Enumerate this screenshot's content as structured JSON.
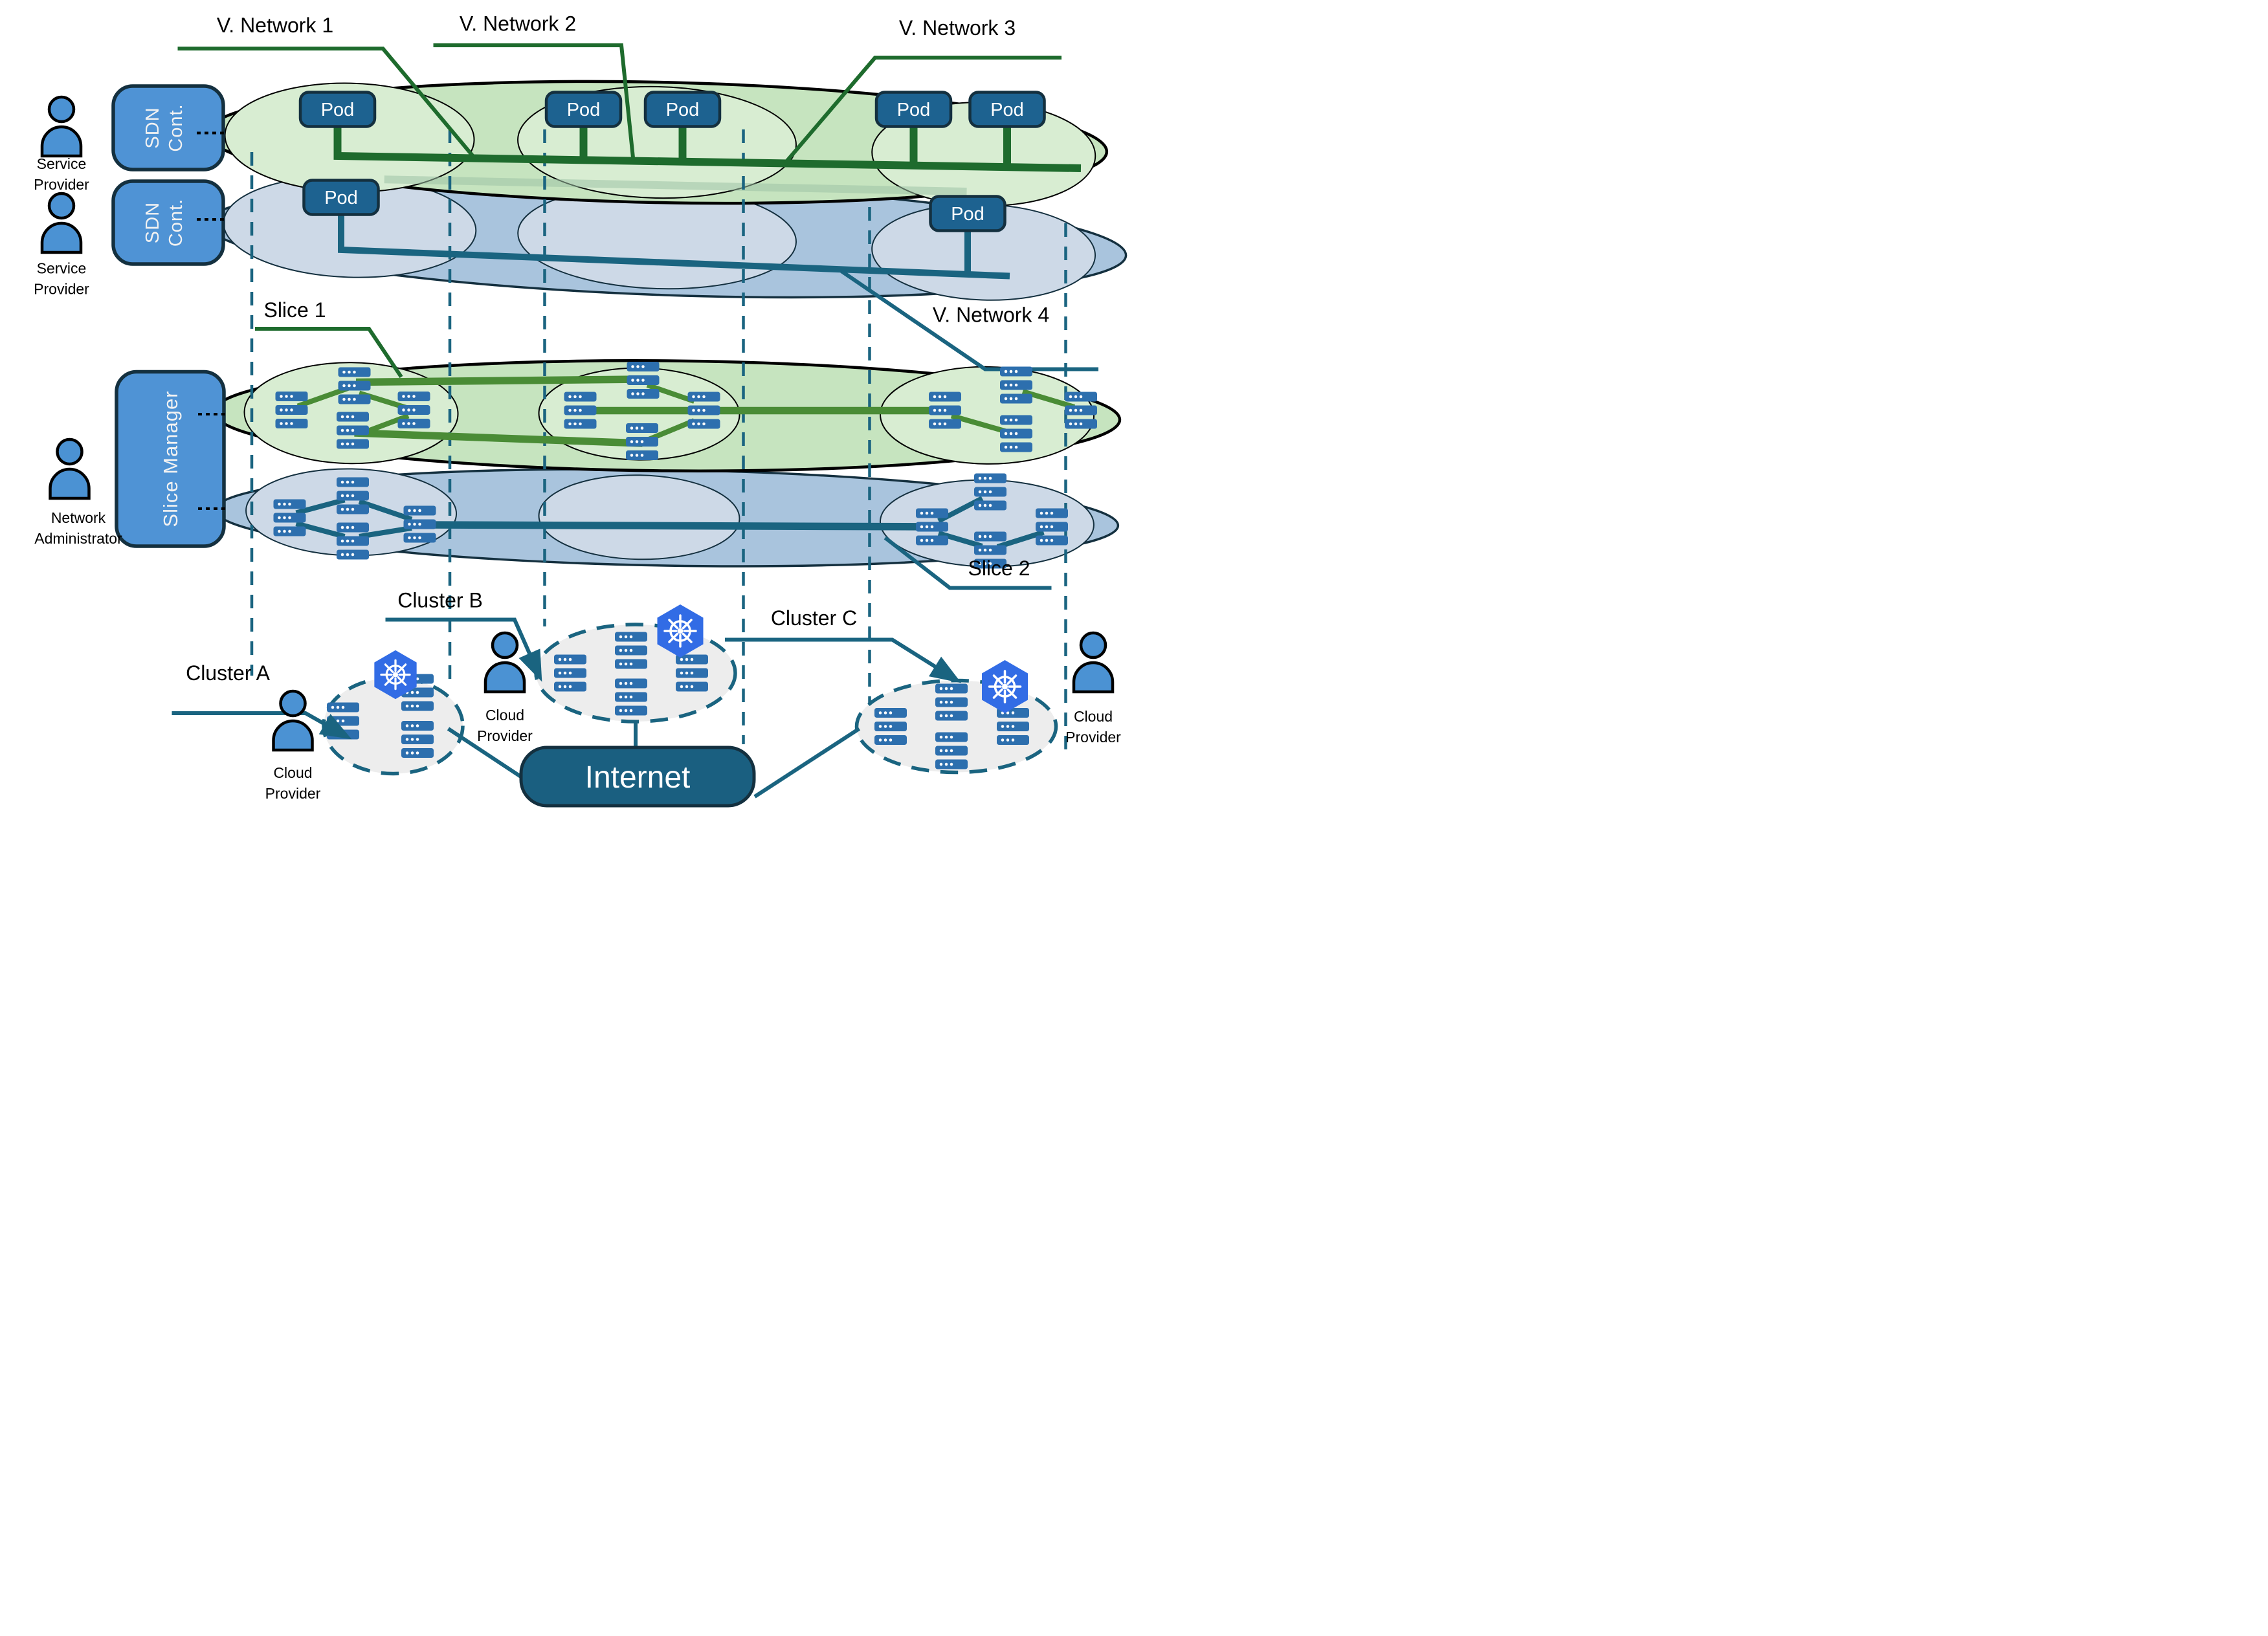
{
  "labels": {
    "virtual_networks": [
      "V. Network 1",
      "V. Network 2",
      "V. Network 3",
      "V. Network 4"
    ],
    "slices": [
      "Slice 1",
      "Slice 2"
    ],
    "clusters": [
      "Cluster A",
      "Cluster B",
      "Cluster C"
    ],
    "pod": "Pod",
    "internet": "Internet",
    "sdn_controller": {
      "line1": "SDN",
      "line2": "Cont."
    },
    "slice_manager": "Slice Manager"
  },
  "actors": {
    "service_provider": {
      "line1": "Service",
      "line2": "Provider"
    },
    "network_administrator": {
      "line1": "Network",
      "line2": "Administrator"
    },
    "cloud_provider": {
      "line1": "Cloud",
      "line2": "Provider"
    }
  },
  "icons": {
    "person": "person-icon",
    "kubernetes": "kubernetes-logo-icon",
    "server": "server-stack-icon"
  },
  "colors": {
    "dark_green": "#1e6b2d",
    "mid_green": "#4a8c36",
    "teal": "#1a6480",
    "navy": "#14303f",
    "box_blue": "#4f93d5",
    "pod_fill": "#1d6290",
    "server_blue": "#2d6fae",
    "person_blue": "#4b92d3",
    "k8s_blue": "#326ce5",
    "green_fill": "#c6e4bf",
    "green_fill_light": "#d8edd2",
    "blue_fill": "#a9c4dd",
    "blue_fill_light": "#cdd9e7",
    "internet_fill": "#1a5f80",
    "cluster_fill": "#ededed"
  }
}
